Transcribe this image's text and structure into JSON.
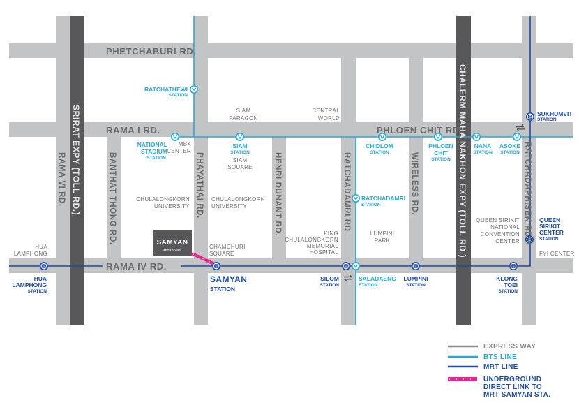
{
  "colors": {
    "road": "#c3c4c6",
    "expressway": "#58585a",
    "bts": "#27a9d4",
    "mrt": "#1e4aa0",
    "link": "#e6268e",
    "label_gray": "#6a6b6d"
  },
  "roads": {
    "phetchaburi": "PHETCHABURI RD.",
    "rama1": "RAMA I RD.",
    "phloen_chit": "PHLOEN CHIT RD.",
    "rama4": "RAMA IV RD.",
    "rama6": "RAMA VI RD.",
    "srirat": "SRIRAT EXPY (TOLL RD.)",
    "banthat_thong": "BANTHAT THONG RD.",
    "phayathai": "PHAYATHAI RD.",
    "henri_dunant": "HENRI DUNANT RD.",
    "ratchadamri": "RATCHADAMRI RD.",
    "wireless": "WIRELESS RD.",
    "chalerm": "CHALERM MAHA NAKHON EXPY (TOLL RD.)",
    "ratchadaphisek": "RATCHADAPHISEK RD."
  },
  "landmarks": {
    "siam_paragon": [
      "SIAM",
      "PARAGON"
    ],
    "central_world": [
      "CENTRAL",
      "WORLD"
    ],
    "mbk": [
      "MBK",
      "CENTER"
    ],
    "siam_square": [
      "SIAM",
      "SQUARE"
    ],
    "chula_left": [
      "CHULALONGKORN",
      "UNIVERSITY"
    ],
    "chula_right": [
      "CHULALONGKORN",
      "UNIVERSITY"
    ],
    "chamchuri": [
      "CHAMCHURI",
      "SQUARE"
    ],
    "hospital": [
      "KING",
      "CHULALONGKORN",
      "MEMORIAL",
      "HOSPITAL"
    ],
    "lumpini_park": [
      "LUMPINI",
      "PARK"
    ],
    "qsncc": [
      "QUEEN SIRIKIT",
      "NATIONAL",
      "CONVENTION",
      "CENTER"
    ],
    "fyi": "FYI CENTER",
    "hua_lamphong": [
      "HUA",
      "LAMPHONG"
    ]
  },
  "samyan_mitrtown": {
    "title": "SAMYAN",
    "subtitle": "MITRTOWN"
  },
  "bts_stations": {
    "ratchathewi": [
      "RATCHATHEWI",
      "STATION"
    ],
    "national_stadium": [
      "NATIONAL",
      "STADIUM",
      "STATION"
    ],
    "siam": [
      "SIAM",
      "STATION"
    ],
    "chidlom": [
      "CHIDLOM",
      "STATION"
    ],
    "phloen_chit": [
      "PHLOEN",
      "CHIT",
      "STATION"
    ],
    "nana": [
      "NANA",
      "STATION"
    ],
    "asoke": [
      "ASOKE",
      "STATION"
    ],
    "ratchadamri": [
      "RATCHADAMRI",
      "STATION"
    ],
    "saladaeng": [
      "SALADAENG",
      "STATION"
    ]
  },
  "mrt_stations": {
    "sukhumvit": [
      "SUKHUMVIT",
      "STATION"
    ],
    "queen_sirikit": [
      "QUEEN",
      "SIRIKIT",
      "CENTER",
      "STATION"
    ],
    "hua_lamphong": [
      "HUA",
      "LAMPHONG",
      "STATION"
    ],
    "samyan": [
      "SAMYAN",
      "STATION"
    ],
    "silom": [
      "SILOM",
      "STATION"
    ],
    "lumpini": [
      "LUMPINI",
      "STATION"
    ],
    "klong_toei": [
      "KLONG",
      "TOEI",
      "STATION"
    ]
  },
  "legend": {
    "expressway": "EXPRESS WAY",
    "bts": "BTS LINE",
    "mrt": "MRT LINE",
    "link": [
      "UNDERGROUND",
      "DIRECT LINK TO",
      "MRT SAMYAN STA."
    ]
  },
  "icons": {
    "bts": "bts-station-icon",
    "mrt": "mrt-station-icon",
    "interchange": "interchange-arrows-icon"
  }
}
